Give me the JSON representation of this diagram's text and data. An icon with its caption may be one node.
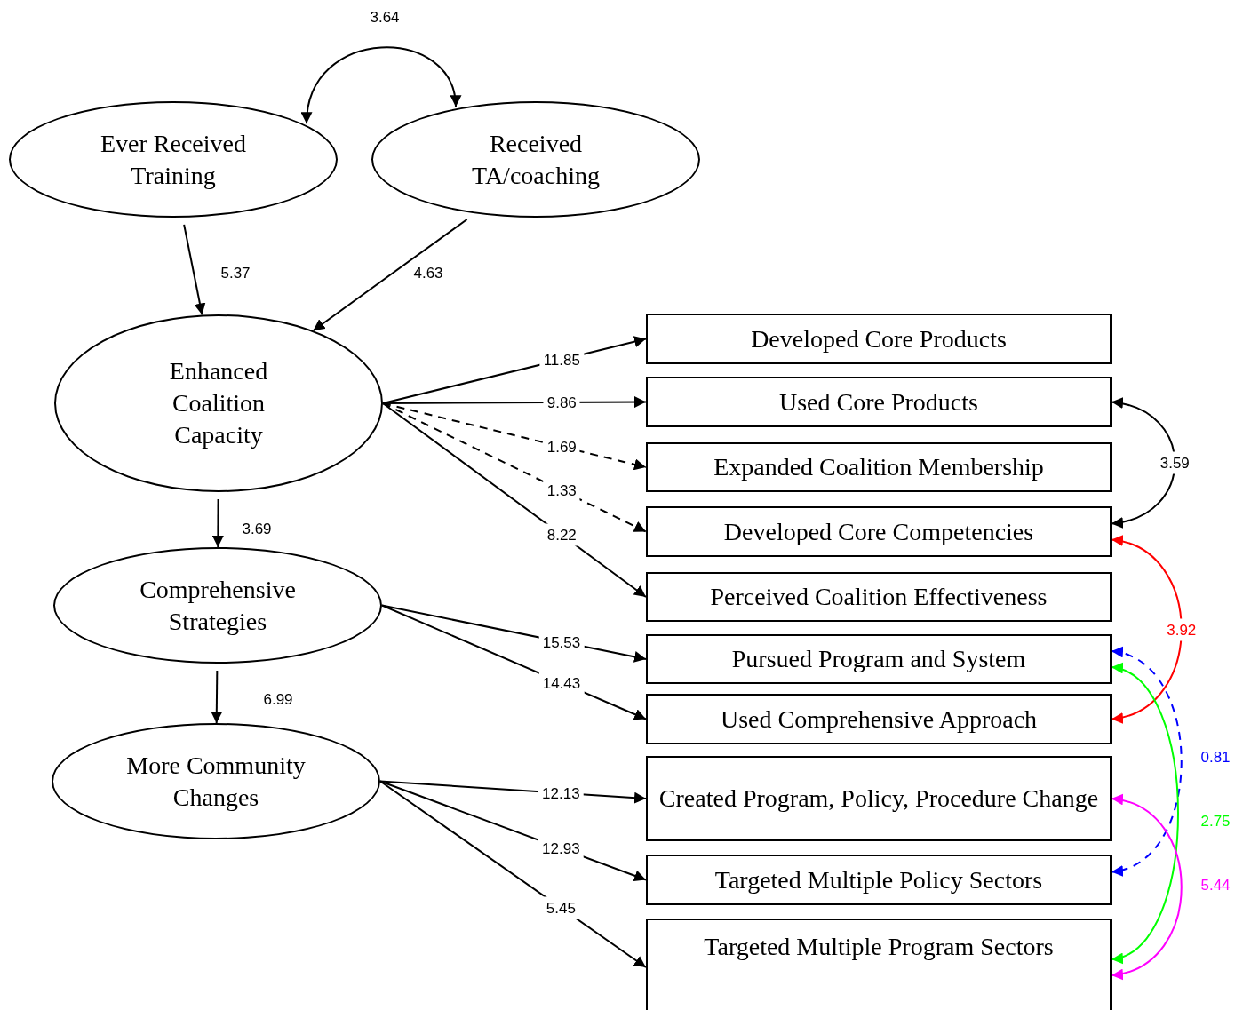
{
  "diagram": {
    "nodes": [
      {
        "text": [
          "Ever Received Training"
        ]
      },
      {
        "text": [
          "Received TA/coaching"
        ]
      },
      {
        "text": [
          "Enhanced Coalition Capacity"
        ]
      },
      {
        "text": [
          "Comprehensive Strategies"
        ]
      },
      {
        "text": [
          "More Community Changes"
        ]
      },
      {
        "text": [
          "Developed Core Products"
        ]
      },
      {
        "text": [
          "Used Core Products"
        ]
      },
      {
        "text": [
          "Expanded Coalition Membership"
        ]
      },
      {
        "text": [
          "Developed Core Competencies"
        ]
      },
      {
        "text": [
          "Perceived Coalition Effectiveness"
        ]
      },
      {
        "text": [
          "Pursued Program and System"
        ]
      },
      {
        "text": [
          "Used Comprehensive Approach"
        ]
      },
      {
        "text": [
          "Created Program, Policy, Procedure Change"
        ]
      },
      {
        "text": [
          "Targeted Multiple Policy Sectors"
        ]
      },
      {
        "text": [
          "Targeted Multiple Program Sectors"
        ]
      }
    ],
    "edges": [
      {
        "from": 0,
        "to": 1,
        "arrow": "both",
        "label": "3.64"
      },
      {
        "from": 0,
        "to": 2,
        "arrow": "to",
        "label": "5.37"
      },
      {
        "from": 1,
        "to": 2,
        "arrow": "to",
        "label": "4.63"
      },
      {
        "from": 2,
        "to": 5,
        "arrow": "to",
        "label": "11.85"
      },
      {
        "from": 2,
        "to": 6,
        "arrow": "to",
        "label": "9.86"
      },
      {
        "from": 2,
        "to": 7,
        "arrow": "to",
        "label": "1.69",
        "style": "dashed"
      },
      {
        "from": 2,
        "to": 8,
        "arrow": "to",
        "label": "1.33",
        "style": "dashed"
      },
      {
        "from": 2,
        "to": 9,
        "arrow": "to",
        "label": "8.22"
      },
      {
        "from": 2,
        "to": 3,
        "arrow": "to",
        "label": "3.69"
      },
      {
        "from": 3,
        "to": 10,
        "arrow": "to",
        "label": "15.53"
      },
      {
        "from": 3,
        "to": 11,
        "arrow": "to",
        "label": "14.43"
      },
      {
        "from": 3,
        "to": 4,
        "arrow": "to",
        "label": "6.99"
      },
      {
        "from": 4,
        "to": 12,
        "arrow": "to",
        "label": "12.13"
      },
      {
        "from": 4,
        "to": 13,
        "arrow": "to",
        "label": "12.93"
      },
      {
        "from": 4,
        "to": 14,
        "arrow": "to",
        "label": "5.45"
      },
      {
        "from": 6,
        "to": 8,
        "arrow": "both",
        "label": "3.59"
      },
      {
        "from": 8,
        "to": 11,
        "arrow": "both",
        "label": "3.92",
        "color": "#ff0000"
      },
      {
        "from": 10,
        "to": 13,
        "arrow": "both",
        "label": "0.81",
        "style": "dashed",
        "color": "#0000ff"
      },
      {
        "from": 10,
        "to": 14,
        "arrow": "both",
        "label": "2.75",
        "color": "#00ff00"
      },
      {
        "from": 12,
        "to": 14,
        "arrow": "both",
        "label": "5.44",
        "color": "#ff00ff"
      }
    ]
  }
}
